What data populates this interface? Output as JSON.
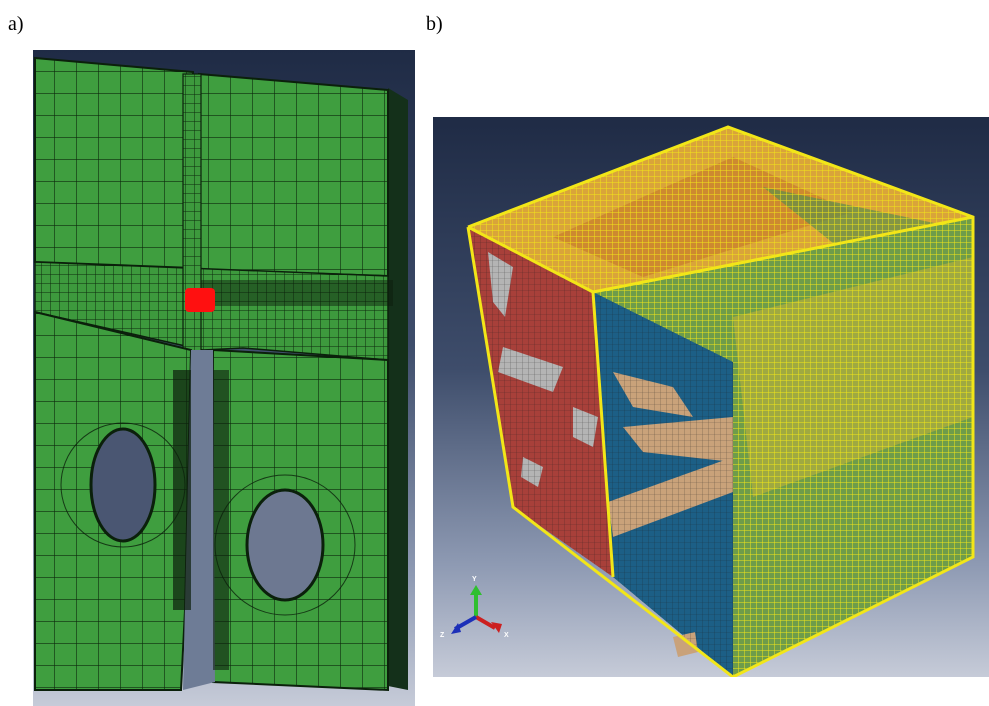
{
  "panels": [
    {
      "label": "a)"
    },
    {
      "label": "b)"
    }
  ],
  "triad": {
    "y": "Y",
    "x": "X",
    "z": "Z"
  },
  "colors": {
    "mesh_green": "#3f9e3f",
    "refined_zone_red": "#ff1010",
    "cube_outline_yellow": "#f2e618",
    "phase_red": "#a8403a",
    "phase_blue": "#1c5f86",
    "phase_tan": "#c9a27a",
    "phase_grey": "#b4b4b4",
    "background_dark": "#1f2b45",
    "background_light": "#c6cbd8"
  }
}
